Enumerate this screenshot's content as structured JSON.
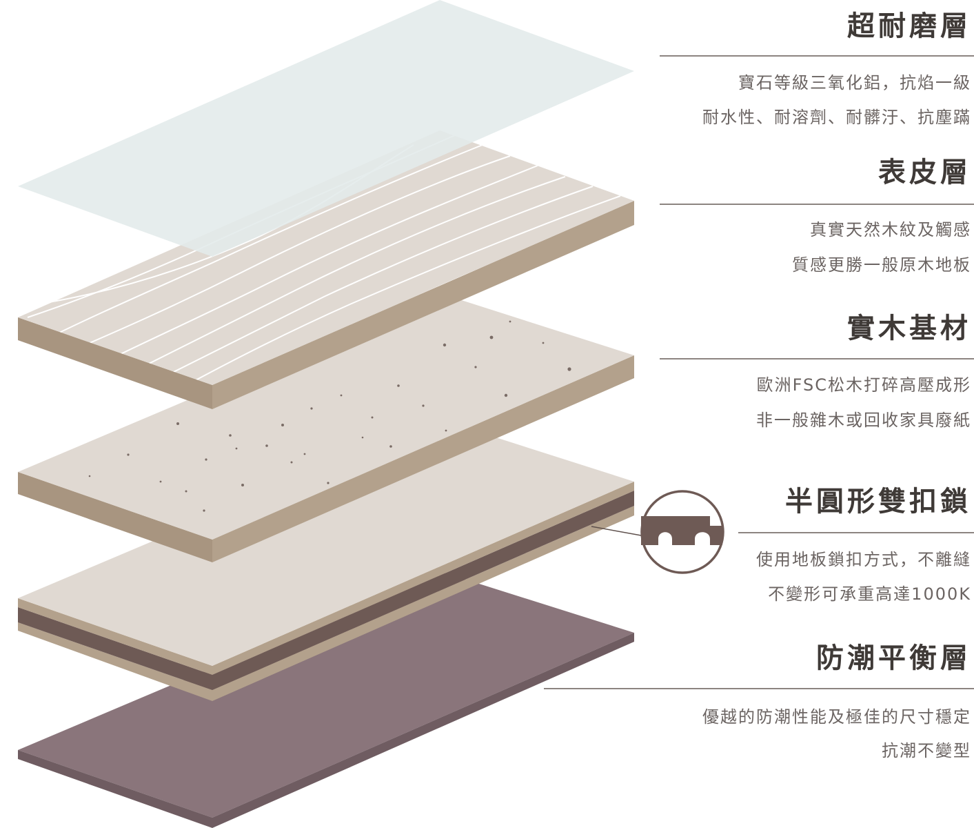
{
  "layers": [
    {
      "title": "超耐磨層",
      "lines": [
        "寶石等級三氧化鋁，抗焰一級",
        "耐水性、耐溶劑、耐髒汙、抗塵蹣"
      ]
    },
    {
      "title": "表皮層",
      "lines": [
        "真實天然木紋及觸感",
        "質感更勝一般原木地板"
      ]
    },
    {
      "title": "實木基材",
      "lines": [
        "歐洲FSC松木打碎高壓成形",
        "非一般雜木或回收家具廢紙"
      ]
    },
    {
      "title": "半圓形雙扣鎖",
      "lines": [
        "使用地板鎖扣方式，不離縫",
        "不變形可承重高達1000K"
      ]
    },
    {
      "title": "防潮平衡層",
      "lines": [
        "優越的防潮性能及極佳的尺寸穩定",
        "抗潮不變型"
      ]
    }
  ],
  "colors": {
    "wear_top": "#e2eaea",
    "surface_top": "#e0d9d2",
    "edge_light": "#b3a18c",
    "edge_mid": "#a89580",
    "lock_dark": "#6e5a55",
    "balance": "#8a757b",
    "text_title": "#3f3a37",
    "text_desc": "#6b6462"
  },
  "icons": {
    "lock_detail": "tongue-and-groove-lock-icon"
  }
}
